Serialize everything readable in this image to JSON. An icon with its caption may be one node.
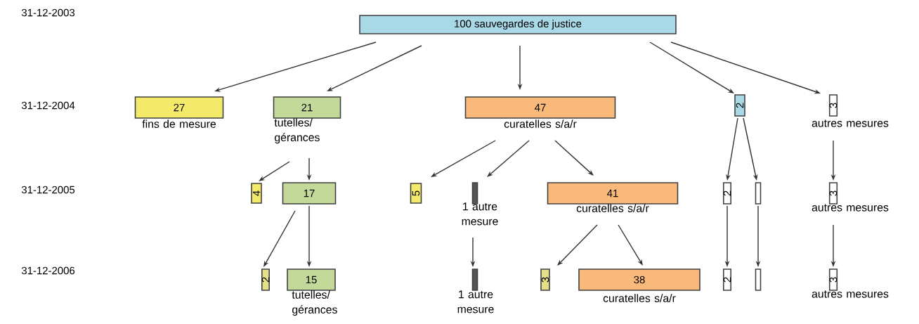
{
  "diagram": {
    "nodes": [
      {
        "text": [
          "100 sauvegardes de justice"
        ]
      },
      {
        "text": [
          "27"
        ],
        "beside": [
          "fins de mesure"
        ]
      },
      {
        "text": [
          "21"
        ],
        "beside": [
          "tutelles/ gérances"
        ]
      },
      {
        "text": [
          "47"
        ],
        "beside": [
          "curatelles s/a/r"
        ]
      },
      {
        "text": [
          "2"
        ]
      },
      {
        "text": [
          "3"
        ],
        "beside": [
          "autres mesures"
        ]
      },
      {
        "text": [
          "4"
        ]
      },
      {
        "text": [
          "17"
        ]
      },
      {
        "text": [
          "5"
        ]
      },
      {
        "text": [],
        "shape": "bar",
        "beside": [
          "1 autre mesure"
        ]
      },
      {
        "text": [
          "41"
        ],
        "beside": [
          "curatelles s/a/r"
        ]
      },
      {
        "text": [
          "2"
        ]
      },
      {
        "text": [],
        "shape": "bar"
      },
      {
        "text": [
          "3"
        ],
        "beside": [
          "autres mesures"
        ]
      },
      {
        "text": [
          "2"
        ]
      },
      {
        "text": [
          "15"
        ],
        "beside": [
          "tutelles/ gérances"
        ]
      },
      {
        "text": [],
        "shape": "bar",
        "beside": [
          "1 autre mesure"
        ]
      },
      {
        "text": [
          "3"
        ]
      },
      {
        "text": [
          "38"
        ],
        "beside": [
          "curatelles s/a/r"
        ]
      },
      {
        "text": [
          "2"
        ]
      },
      {
        "text": [],
        "shape": "bar"
      },
      {
        "text": [
          "3"
        ],
        "beside": [
          "autres mesures"
        ]
      }
    ],
    "edges": [
      {
        "from": 0,
        "to": 1,
        "arrow": "to"
      },
      {
        "from": 0,
        "to": 2,
        "arrow": "to"
      },
      {
        "from": 0,
        "to": 3,
        "arrow": "to"
      },
      {
        "from": 0,
        "to": 4,
        "arrow": "to"
      },
      {
        "from": 0,
        "to": 5,
        "arrow": "to"
      },
      {
        "from": 2,
        "to": 6,
        "arrow": "to"
      },
      {
        "from": 2,
        "to": 7,
        "arrow": "to"
      },
      {
        "from": 3,
        "to": 8,
        "arrow": "to"
      },
      {
        "from": 3,
        "to": 9,
        "arrow": "to"
      },
      {
        "from": 3,
        "to": 10,
        "arrow": "to"
      },
      {
        "from": 4,
        "to": 11,
        "arrow": "to"
      },
      {
        "from": 4,
        "to": 12,
        "arrow": "to"
      },
      {
        "from": 5,
        "to": 13,
        "arrow": "to"
      },
      {
        "from": 7,
        "to": 14,
        "arrow": "to"
      },
      {
        "from": 7,
        "to": 15,
        "arrow": "to"
      },
      {
        "from": 9,
        "to": 16,
        "arrow": "to"
      },
      {
        "from": 10,
        "to": 17,
        "arrow": "to"
      },
      {
        "from": 10,
        "to": 18,
        "arrow": "to"
      },
      {
        "from": 11,
        "to": 19,
        "arrow": "to"
      },
      {
        "from": 12,
        "to": 20,
        "arrow": "to"
      },
      {
        "from": 13,
        "to": 21,
        "arrow": "to"
      }
    ],
    "labels": [
      "31-12-2003",
      "31-12-2004",
      "31-12-2005",
      "31-12-2006"
    ]
  }
}
